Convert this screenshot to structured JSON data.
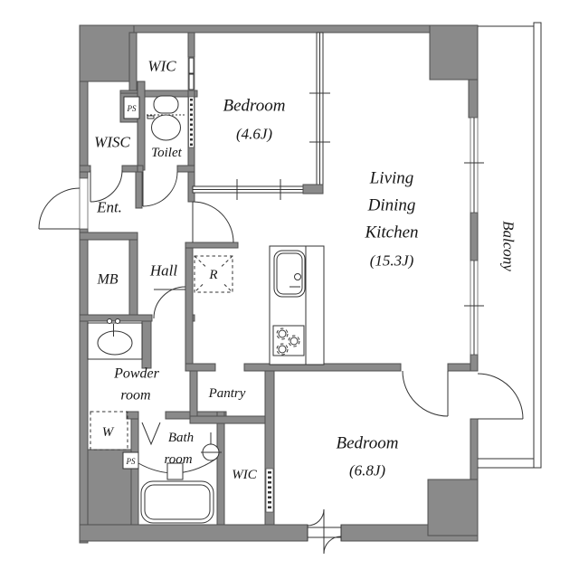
{
  "title": "apartment-floor-plan",
  "colors": {
    "wall_fill": "#8a8a8a",
    "wall_outline": "#4f4f4f",
    "line": "#333333",
    "text": "#161616",
    "background": "#ffffff"
  },
  "rooms": {
    "wic_top": {
      "label": "WIC"
    },
    "ps_top": {
      "label": "PS"
    },
    "wisc": {
      "label": "WISC"
    },
    "toilet": {
      "label": "Toilet"
    },
    "bedroom_small": {
      "label": "Bedroom",
      "area": "(4.6J)"
    },
    "ldk": {
      "label_line1": "Living",
      "label_line2": "Dining",
      "label_line3": "Kitchen",
      "area": "(15.3J)"
    },
    "balcony": {
      "label": "Balcony"
    },
    "entrance": {
      "label": "Ent."
    },
    "hall": {
      "label": "Hall"
    },
    "meter_box": {
      "label": "MB"
    },
    "refrigerator_space": {
      "label": "R"
    },
    "powder_room": {
      "label_line1": "Powder",
      "label_line2": "room"
    },
    "washer_space": {
      "label": "W"
    },
    "ps_bottom": {
      "label": "PS"
    },
    "bathroom": {
      "label_line1": "Bath",
      "label_line2": "room"
    },
    "pantry": {
      "label": "Pantry"
    },
    "wic_bottom": {
      "label": "WIC"
    },
    "bedroom_large": {
      "label": "Bedroom",
      "area": "(6.8J)"
    }
  }
}
